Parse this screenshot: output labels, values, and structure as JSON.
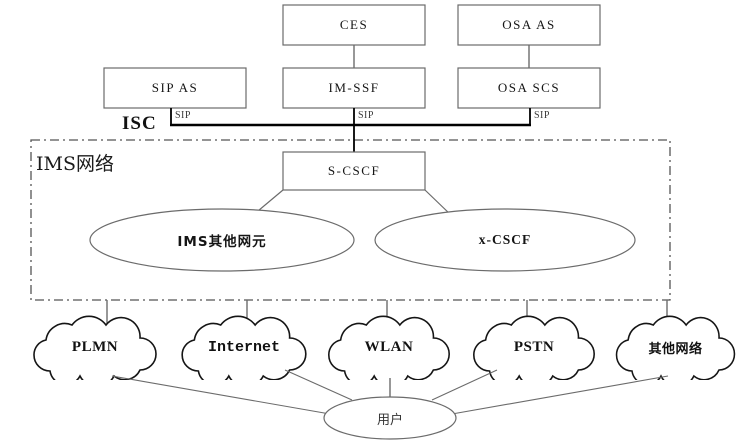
{
  "diagram": {
    "title": "IMS Network Architecture Diagram",
    "zone": {
      "label": "IMS网络",
      "border_style": "dash-dot",
      "color": "#555555"
    },
    "bus": {
      "label": "ISC",
      "color": "#000000",
      "link_labels": [
        "SIP",
        "SIP",
        "SIP"
      ]
    },
    "boxes": [
      {
        "id": "ces",
        "label": "CES"
      },
      {
        "id": "osa-as",
        "label": "OSA AS"
      },
      {
        "id": "sip-as",
        "label": "SIP AS"
      },
      {
        "id": "im-ssf",
        "label": "IM-SSF"
      },
      {
        "id": "osa-scs",
        "label": "OSA SCS"
      },
      {
        "id": "s-cscf",
        "label": "S-CSCF"
      }
    ],
    "ellipses": [
      {
        "id": "ims-other",
        "label": "IMS其他网元"
      },
      {
        "id": "x-cscf",
        "label": "x-CSCF"
      }
    ],
    "clouds": [
      {
        "id": "plmn",
        "label": "PLMN",
        "style": "serif"
      },
      {
        "id": "internet",
        "label": "Internet",
        "style": "mono"
      },
      {
        "id": "wlan",
        "label": "WLAN",
        "style": "serif"
      },
      {
        "id": "pstn",
        "label": "PSTN",
        "style": "serif"
      },
      {
        "id": "other-network",
        "label": "其他网络",
        "style": "cjk"
      }
    ],
    "user": {
      "id": "user",
      "label": "用户"
    },
    "colors": {
      "stroke": "#6b6b6b",
      "bus_stroke": "#000000",
      "cloud_stroke": "#151515",
      "dash_stroke": "#555555",
      "text": "#151515",
      "background": "#ffffff"
    }
  }
}
